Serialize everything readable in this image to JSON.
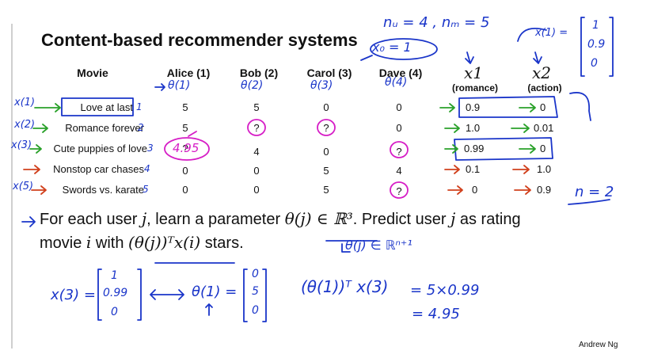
{
  "slide": {
    "title": "Content-based recommender systems",
    "credit": "Andrew Ng"
  },
  "table": {
    "movie_header": "Movie",
    "users": [
      {
        "label": "Alice (1)",
        "theta": "θ(1)"
      },
      {
        "label": "Bob (2)",
        "theta": "θ(2)"
      },
      {
        "label": "Carol (3)",
        "theta": "θ(3)"
      },
      {
        "label": "Dave (4)",
        "theta": "θ(4)"
      }
    ],
    "features": [
      {
        "symbol": "x1",
        "label": "(romance)"
      },
      {
        "symbol": "x2",
        "label": "(action)"
      }
    ],
    "rows": [
      {
        "movie": "Love at last",
        "ratings": [
          "5",
          "5",
          "0",
          "0"
        ],
        "x1": "0.9",
        "x2": "0"
      },
      {
        "movie": "Romance forever",
        "ratings": [
          "5",
          "?",
          "?",
          "0"
        ],
        "x1": "1.0",
        "x2": "0.01"
      },
      {
        "movie": "Cute puppies of love",
        "ratings": [
          "?",
          "4",
          "0",
          "?"
        ],
        "x1": "0.99",
        "x2": "0"
      },
      {
        "movie": "Nonstop car chases",
        "ratings": [
          "0",
          "0",
          "5",
          "4"
        ],
        "x1": "0.1",
        "x2": "1.0"
      },
      {
        "movie": "Swords vs. karate",
        "ratings": [
          "0",
          "0",
          "5",
          "?"
        ],
        "x1": "0",
        "x2": "0.9"
      }
    ]
  },
  "bullet": {
    "line1_a": "For each user",
    "line1_j": "j",
    "line1_b": ", learn a parameter",
    "line1_math": "θ(j) ∈ ℝ³",
    "line1_c": ". Predict user",
    "line1_j2": "j",
    "line1_d": "as rating",
    "line2_a": "movie",
    "line2_i": "i",
    "line2_b": "with",
    "line2_math": "(θ(j))ᵀx(i)",
    "line2_c": "stars."
  },
  "annotations": {
    "nu_nm": "nᵤ = 4 , nₘ = 5",
    "x0": "x₀ = 1",
    "x1_vec_label": "x(1) =",
    "x1_vec": [
      "1",
      "0.9",
      "0"
    ],
    "n_eq": "n = 2",
    "theta_in": "θ(j) ∈ ℝⁿ⁺¹",
    "x3_label": "x(3) =",
    "x3_vec": [
      "1",
      "0.99",
      "0"
    ],
    "theta1_label": "θ(1) =",
    "theta1_vec": [
      "0",
      "5",
      "0"
    ],
    "product_lhs": "(θ(1))ᵀ x(3)",
    "product_eq1": "= 5×0.99",
    "product_eq2": "= 4.95",
    "guess": "4.95",
    "row_labels": [
      "x(1)",
      "x(2)",
      "x(3)",
      "",
      "x(5)"
    ],
    "row_nums": [
      "1",
      "2",
      "3",
      "4",
      "5"
    ]
  },
  "colors": {
    "ink_blue": "#1a35c9",
    "ink_green": "#2aa12a",
    "ink_red": "#d1401c",
    "ink_magenta": "#d61dc6"
  }
}
